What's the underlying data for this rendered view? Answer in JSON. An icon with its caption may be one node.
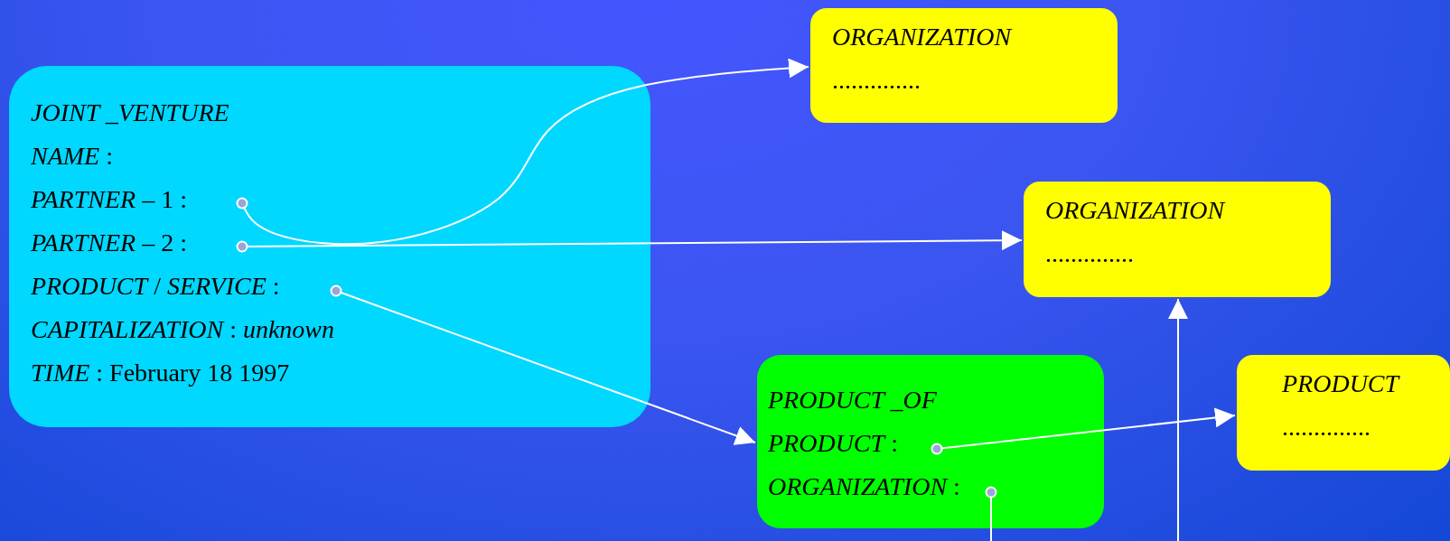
{
  "diagram": {
    "nodes": [
      {
        "text": [
          "JOINT _VENTURE",
          "*NAME* :",
          "*PARTNER* – 1 :",
          "*PARTNER* – 2 :",
          "*PRODUCT* / *SERVICE* :",
          "*CAPITALIZATION* : *unknown*",
          "*TIME* : February 18 1997"
        ]
      },
      {
        "text": [
          "ORGANIZATION",
          ".............."
        ]
      },
      {
        "text": [
          "ORGANIZATION",
          ".............."
        ]
      },
      {
        "text": [
          "PRODUCT _OF",
          "*PRODUCT* :",
          "*ORGANIZATION* :"
        ]
      },
      {
        "text": [
          "PRODUCT",
          ".............."
        ]
      }
    ],
    "edges": [
      {
        "from": 0,
        "to": 1,
        "arrow": "to"
      },
      {
        "from": 0,
        "to": 2,
        "arrow": "to"
      },
      {
        "from": 0,
        "to": 3,
        "arrow": "to"
      },
      {
        "from": 3,
        "to": 4,
        "arrow": "to"
      },
      {
        "from": 3,
        "to": null,
        "arrow": "other"
      },
      {
        "from": null,
        "to": 2,
        "arrow": "to"
      }
    ]
  }
}
